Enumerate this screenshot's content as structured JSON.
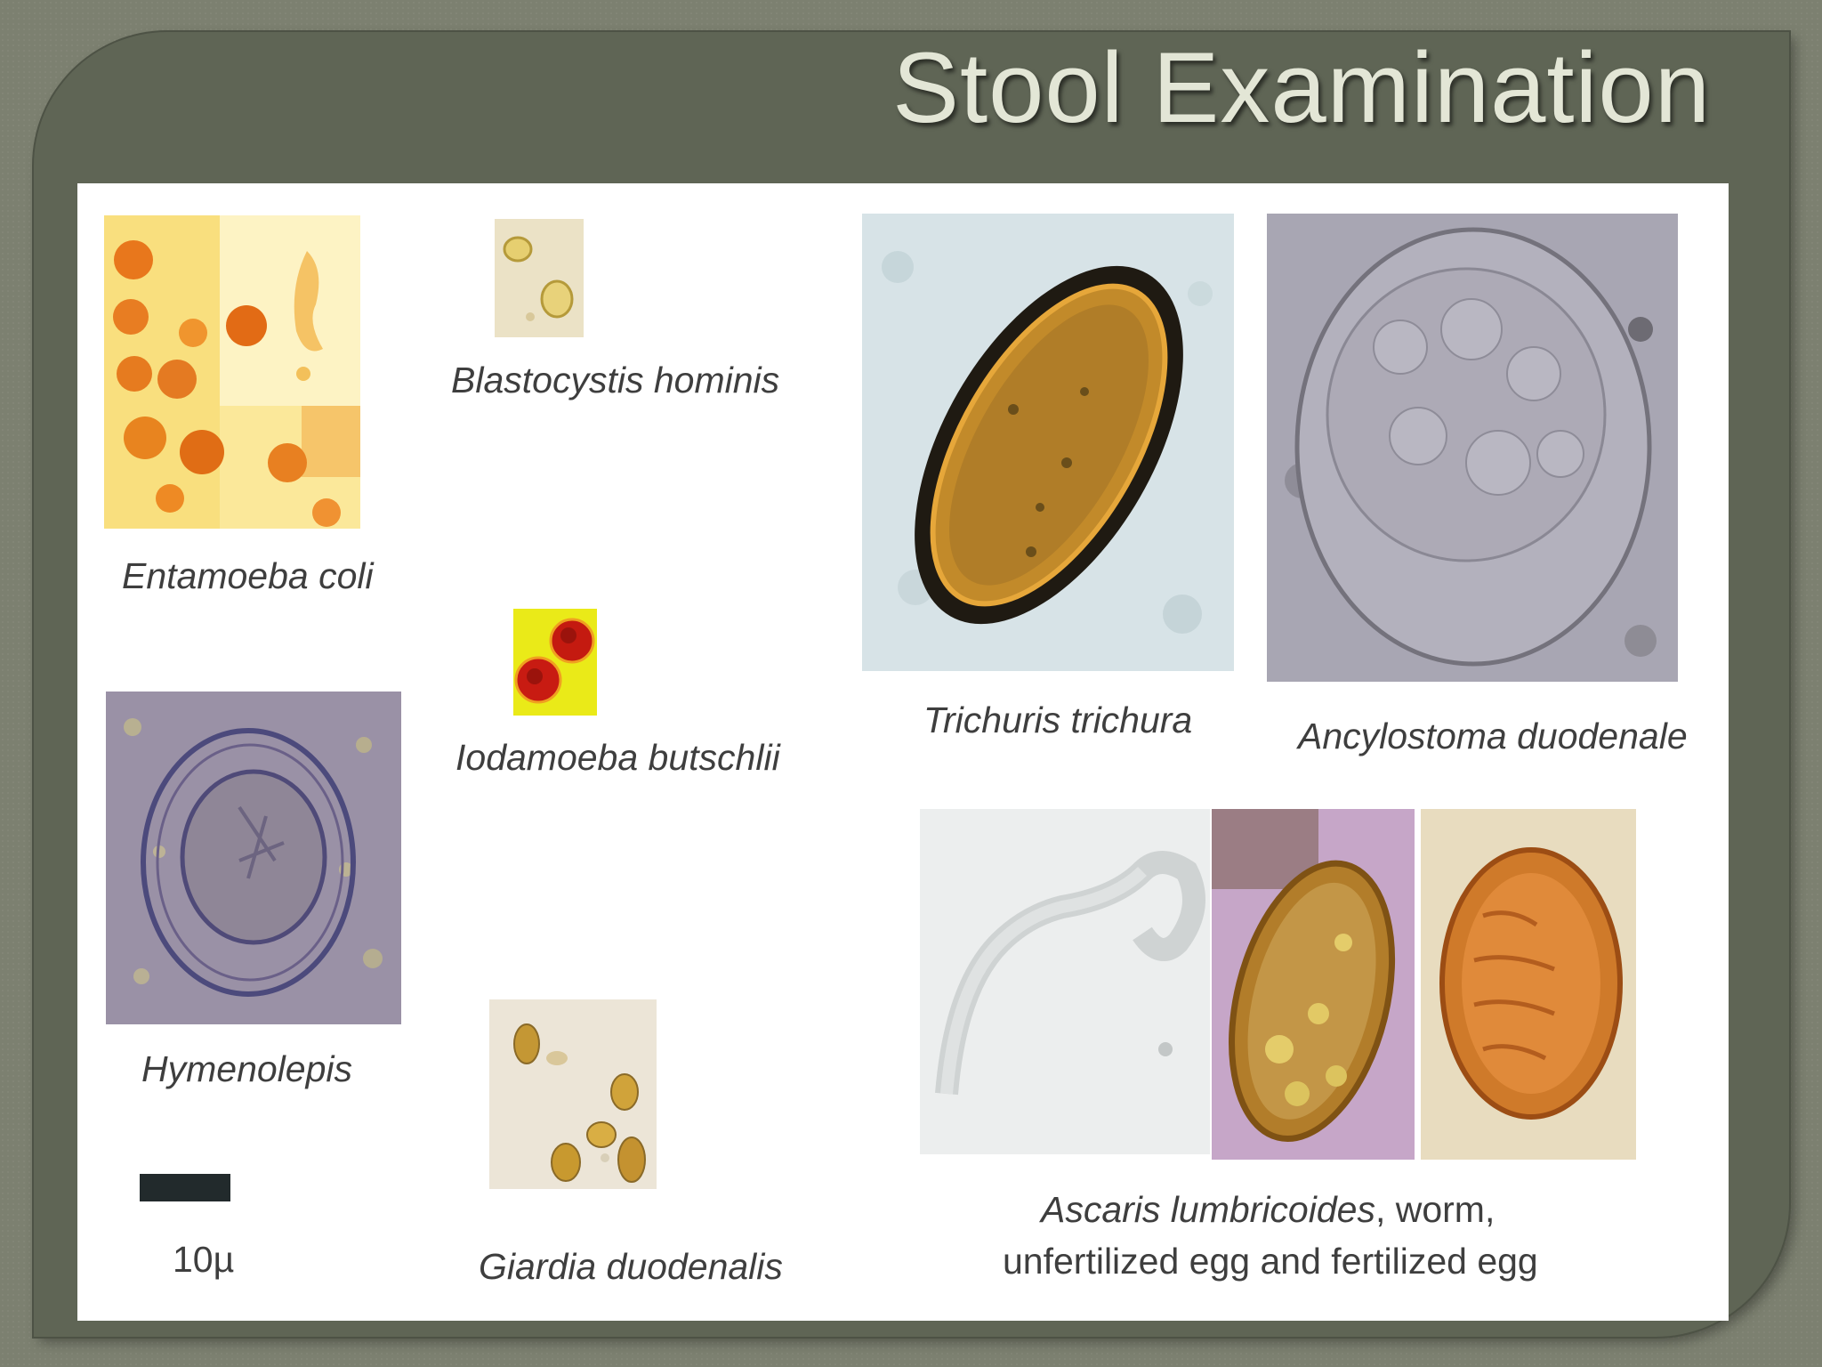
{
  "slide": {
    "title": "Stool Examination"
  },
  "specimens": {
    "entamoeba_coli": "Entamoeba coli",
    "blastocystis": "Blastocystis hominis",
    "iodamoeba": "Iodamoeba butschlii",
    "hymenolepis": "Hymenolepis",
    "giardia": "Giardia duodenalis",
    "trichuris": "Trichuris trichura",
    "ancylostoma": "Ancylostoma duodenale",
    "ascaris_line1_italic": "Ascaris lumbricoides",
    "ascaris_line1_rest": ", worm,",
    "ascaris_line2": "unfertilized egg and fertilized egg"
  },
  "scale_bar": {
    "label": "10µ"
  },
  "colors": {
    "background": "#7c8070",
    "panel": "#5f6555",
    "title": "#e3e6d6",
    "caption": "#3e3e3e"
  }
}
